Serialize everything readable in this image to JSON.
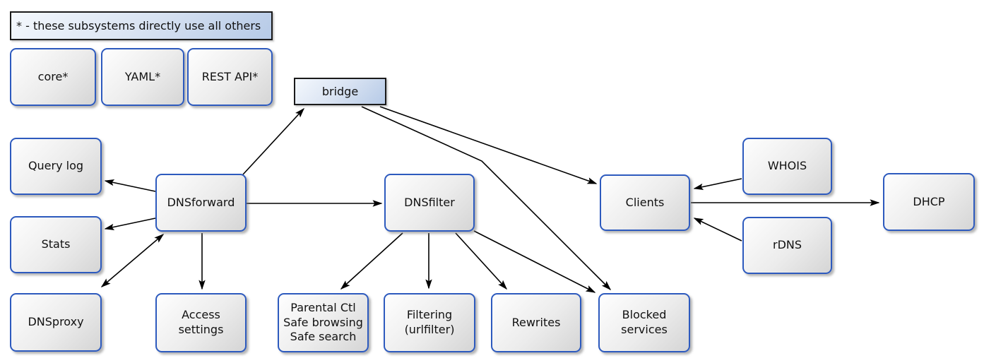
{
  "diagram": {
    "legend": "* - these subsystems directly use all others",
    "nodes": {
      "core": {
        "label": "core*"
      },
      "yaml": {
        "label": "YAML*"
      },
      "restapi": {
        "label": "REST API*"
      },
      "bridge": {
        "label": "bridge"
      },
      "querylog": {
        "label": "Query log"
      },
      "stats": {
        "label": "Stats"
      },
      "dnsproxy": {
        "label": "DNSproxy"
      },
      "dnsforward": {
        "label": "DNSforward"
      },
      "access": {
        "label": "Access\nsettings"
      },
      "dnsfilter": {
        "label": "DNSfilter"
      },
      "parental": {
        "label": "Parental Ctl\nSafe browsing\nSafe search"
      },
      "filtering": {
        "label": "Filtering\n(urlfilter)"
      },
      "rewrites": {
        "label": "Rewrites"
      },
      "blocked": {
        "label": "Blocked\nservices"
      },
      "clients": {
        "label": "Clients"
      },
      "whois": {
        "label": "WHOIS"
      },
      "rdns": {
        "label": "rDNS"
      },
      "dhcp": {
        "label": "DHCP"
      }
    },
    "edges": [
      {
        "from": "DNSforward",
        "to": "bridge",
        "bidirectional": false
      },
      {
        "from": "bridge",
        "to": "Clients",
        "bidirectional": false
      },
      {
        "from": "bridge",
        "to": "Blocked services",
        "bidirectional": false
      },
      {
        "from": "DNSforward",
        "to": "DNSfilter",
        "bidirectional": false
      },
      {
        "from": "DNSforward",
        "to": "Query log",
        "bidirectional": false
      },
      {
        "from": "DNSforward",
        "to": "Stats",
        "bidirectional": false
      },
      {
        "from": "DNSforward",
        "to": "DNSproxy",
        "bidirectional": true
      },
      {
        "from": "DNSforward",
        "to": "Access settings",
        "bidirectional": false
      },
      {
        "from": "DNSfilter",
        "to": "Parental Ctl Safe browsing Safe search",
        "bidirectional": false
      },
      {
        "from": "DNSfilter",
        "to": "Filtering (urlfilter)",
        "bidirectional": false
      },
      {
        "from": "DNSfilter",
        "to": "Rewrites",
        "bidirectional": false
      },
      {
        "from": "DNSfilter",
        "to": "Blocked services",
        "bidirectional": false
      },
      {
        "from": "WHOIS",
        "to": "Clients",
        "bidirectional": false
      },
      {
        "from": "rDNS",
        "to": "Clients",
        "bidirectional": false
      },
      {
        "from": "Clients",
        "to": "DHCP",
        "bidirectional": false
      }
    ],
    "colors": {
      "node_border": "#2d5abe",
      "plain_border": "#1a1a1a",
      "blue_fill_start": "#f4f8fd",
      "blue_fill_end": "#b6cae7",
      "gray_fill_start": "#fefefe",
      "gray_fill_end": "#d5d5d5",
      "arrow": "#000000",
      "background": "#ffffff"
    }
  }
}
